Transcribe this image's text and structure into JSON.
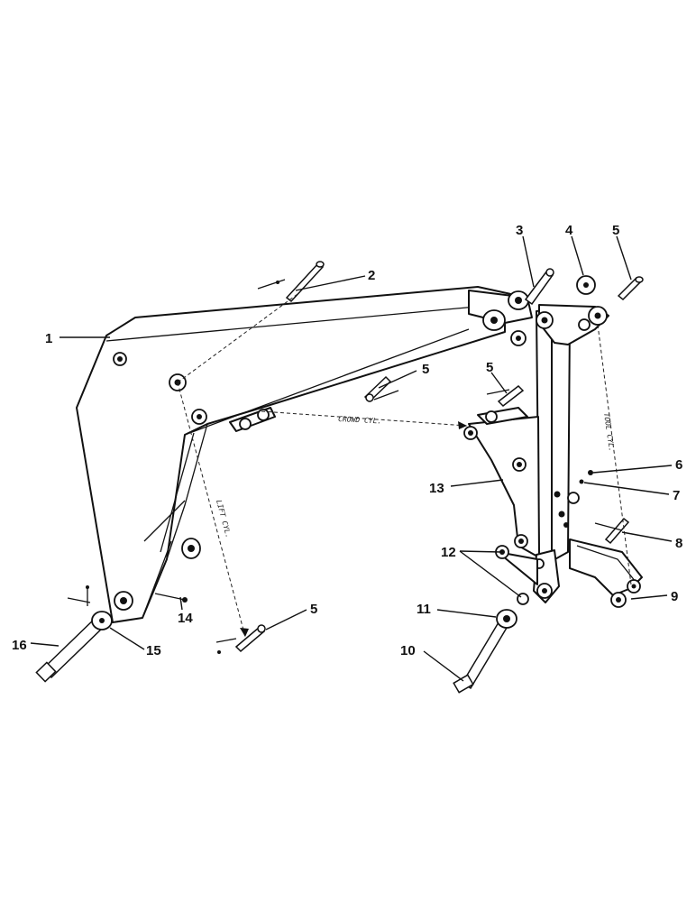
{
  "callouts": [
    {
      "id": "1",
      "text": "1"
    },
    {
      "id": "2",
      "text": "2"
    },
    {
      "id": "3",
      "text": "3"
    },
    {
      "id": "4",
      "text": "4"
    },
    {
      "id": "5a",
      "text": "5"
    },
    {
      "id": "5b",
      "text": "5"
    },
    {
      "id": "5c",
      "text": "5"
    },
    {
      "id": "5d",
      "text": "5"
    },
    {
      "id": "6",
      "text": "6"
    },
    {
      "id": "7",
      "text": "7"
    },
    {
      "id": "8",
      "text": "8"
    },
    {
      "id": "9",
      "text": "9"
    },
    {
      "id": "10",
      "text": "10"
    },
    {
      "id": "11",
      "text": "11"
    },
    {
      "id": "12",
      "text": "12"
    },
    {
      "id": "13",
      "text": "13"
    },
    {
      "id": "14",
      "text": "14"
    },
    {
      "id": "15",
      "text": "15"
    },
    {
      "id": "16",
      "text": "16"
    }
  ],
  "annotations": {
    "crowd_cyl": "CROWD CYL.",
    "lift_cyl": "LIFT CYL.",
    "tool_cyl": "TOOL CYL."
  }
}
